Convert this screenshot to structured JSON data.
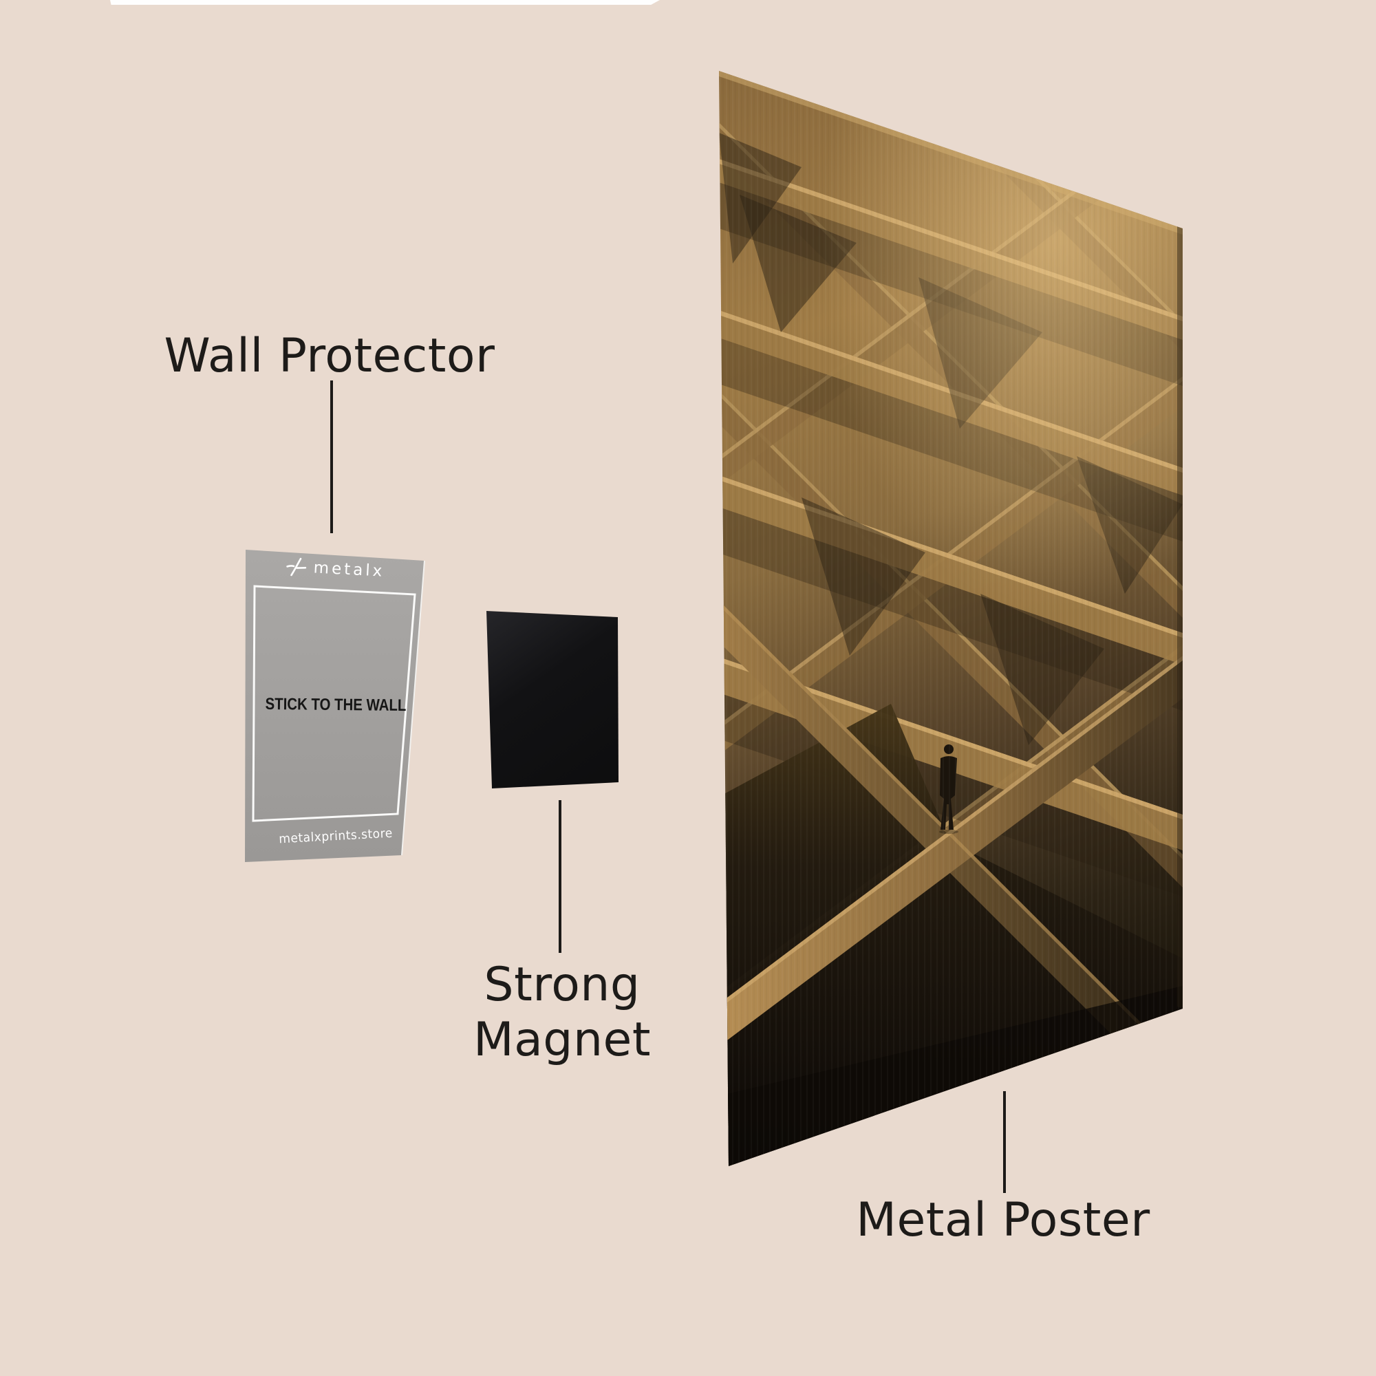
{
  "scene": {
    "background_color": "#e9dacf",
    "top_strip_color": "#fefefe",
    "text_color": "#1d1b19",
    "connector_color": "#1c1a18"
  },
  "labels": {
    "wall_protector": "Wall Protector",
    "strong_magnet_line1": "Strong",
    "strong_magnet_line2": "Magnet",
    "metal_poster": "Metal Poster"
  },
  "wall_protector_card": {
    "brand": "metalx",
    "center_text": "STICK TO THE WALL",
    "website": "metalxprints.store",
    "face_color": "#a3a19e",
    "border_color": "#fafaf9",
    "center_text_color": "#161616",
    "brand_color": "#ffffff",
    "website_color": "#fdfdfd"
  },
  "magnet": {
    "color": "#0d0d0e"
  },
  "poster": {
    "alt": "Golden sepia metal print of a concrete coffered maze structure with a lone figure standing on a beam",
    "base_color": "#9c7a47",
    "highlight_color": "#cfa96c",
    "shadow_color": "#171209"
  }
}
